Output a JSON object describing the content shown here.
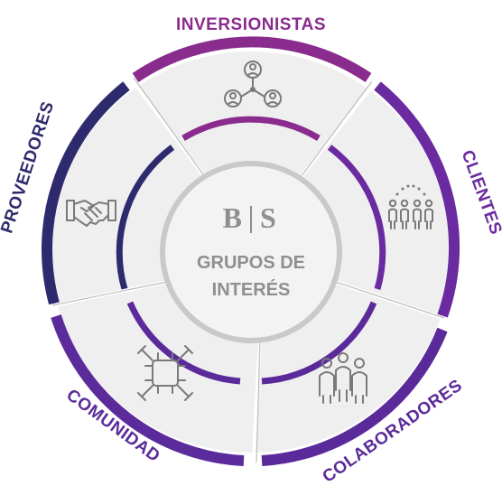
{
  "center": {
    "logo_left": "B",
    "logo_right": "S",
    "line1": "GRUPOS DE",
    "line2": "INTERÉS"
  },
  "segments": [
    {
      "key": "inversionistas",
      "label": "INVERSIONISTAS",
      "icon": "network-people-icon",
      "color": "#8a2c8e"
    },
    {
      "key": "clientes",
      "label": "CLIENTES",
      "icon": "crowd-icon",
      "color": "#6a2aa0"
    },
    {
      "key": "colaboradores",
      "label": "COLABORADORES",
      "icon": "team-people-icon",
      "color": "#5a2a9a"
    },
    {
      "key": "comunidad",
      "label": "COMUNIDAD",
      "icon": "linked-hands-icon",
      "color": "#5b2b9b"
    },
    {
      "key": "proveedores",
      "label": "PROVEEDORES",
      "icon": "handshake-icon",
      "color": "#2e2a6e"
    }
  ],
  "colors": {
    "panel": "#efeff0",
    "divider": "#ffffff",
    "center_fill": "#f3f3f4",
    "center_ring": "#c9c9cb"
  }
}
